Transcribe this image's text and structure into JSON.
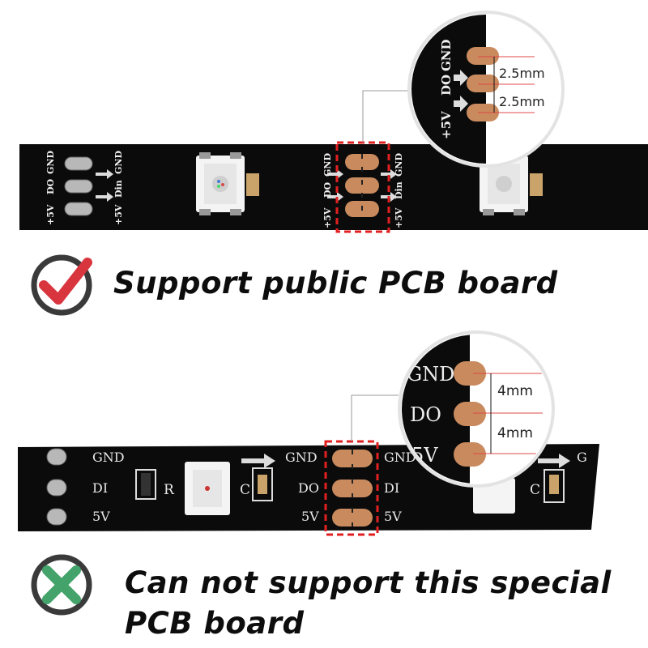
{
  "colors": {
    "strip": "#0b0b0b",
    "pad": "#c98a5e",
    "solder_pad": "#b8b8b8",
    "highlight_box": "#e02020",
    "good_mark": "#d9353f",
    "bad_mark": "#43a36a",
    "ring": "#3a3a3a",
    "measure_line": "#e04848"
  },
  "top_strip": {
    "labels_left": {
      "gnd": "GND",
      "do": "DO",
      "v5": "+5V"
    },
    "labels_right": {
      "gnd": "GND",
      "din": "Din",
      "v5": "+5V"
    },
    "labels_mid_left": {
      "gnd": "GND",
      "do": "DO",
      "v5": "+5V"
    },
    "labels_mid_right": {
      "gnd": "GND",
      "din": "Din",
      "v5": "+5V"
    }
  },
  "top_zoom": {
    "labels": {
      "gnd": "GND",
      "do": "DO",
      "v5": "+5V"
    },
    "measure_1": "2.5mm",
    "measure_2": "2.5mm"
  },
  "top_caption": {
    "icon": "check-icon",
    "text": "Support public PCB board"
  },
  "bottom_strip": {
    "left_labels": {
      "gnd": "GND",
      "di": "DI",
      "v5": "5V"
    },
    "resistor_label": "R",
    "cap_label": "C",
    "mid_left": {
      "gnd": "GND",
      "do": "DO",
      "v5": "5V"
    },
    "mid_right": {
      "gnd": "GND",
      "di": "DI",
      "v5": "5V"
    },
    "right_cap_label": "C",
    "right_partial": "G"
  },
  "bottom_zoom": {
    "labels": {
      "gnd": "GND",
      "do": "DO",
      "v5": "5V"
    },
    "measure_1": "4mm",
    "measure_2": "4mm"
  },
  "bottom_caption": {
    "icon": "cross-icon",
    "line1": "Can not support this special",
    "line2": "PCB board"
  }
}
